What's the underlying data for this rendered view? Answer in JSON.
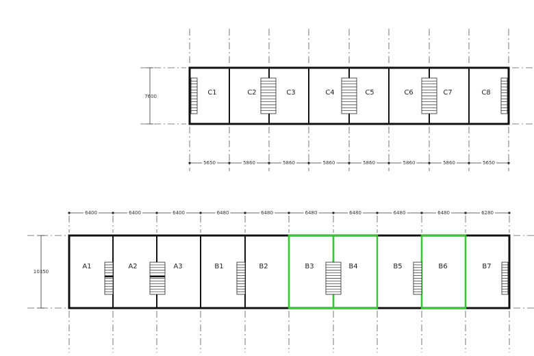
{
  "top_block": {
    "height_label": "7600",
    "units": [
      "C1",
      "C2",
      "C3",
      "C4",
      "C5",
      "C6",
      "C7",
      "C8"
    ],
    "spans": [
      "5650",
      "5860",
      "5860",
      "5860",
      "5860",
      "5860",
      "5860",
      "5650"
    ]
  },
  "bottom_block": {
    "height_label": "10350",
    "units": [
      "A1",
      "A2",
      "A3",
      "B1",
      "B2",
      "B3",
      "B4",
      "B5",
      "B6",
      "B7"
    ],
    "spans": [
      "6400",
      "6400",
      "6400",
      "6480",
      "6480",
      "6480",
      "6480",
      "6480",
      "6480",
      "6280"
    ],
    "highlighted_units": [
      "B3",
      "B4",
      "B6"
    ],
    "highlight_color": "#2ecc2e"
  }
}
